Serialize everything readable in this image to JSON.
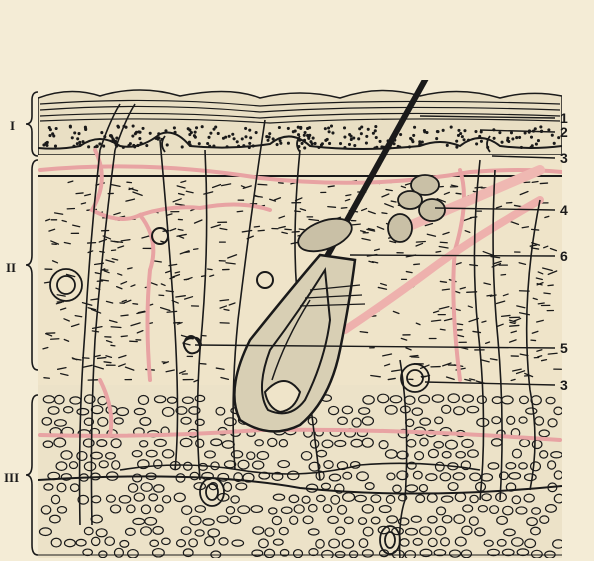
{
  "figure": {
    "layers": [
      {
        "roman": "I"
      },
      {
        "roman": "II"
      },
      {
        "roman": "III"
      }
    ],
    "labels": [
      "1",
      "2",
      "3",
      "4",
      "6",
      "5",
      "3"
    ]
  },
  "colors": {
    "background": "#f4ecd6",
    "ink": "#1a1a1a",
    "vessels": "#e8a3a3"
  }
}
